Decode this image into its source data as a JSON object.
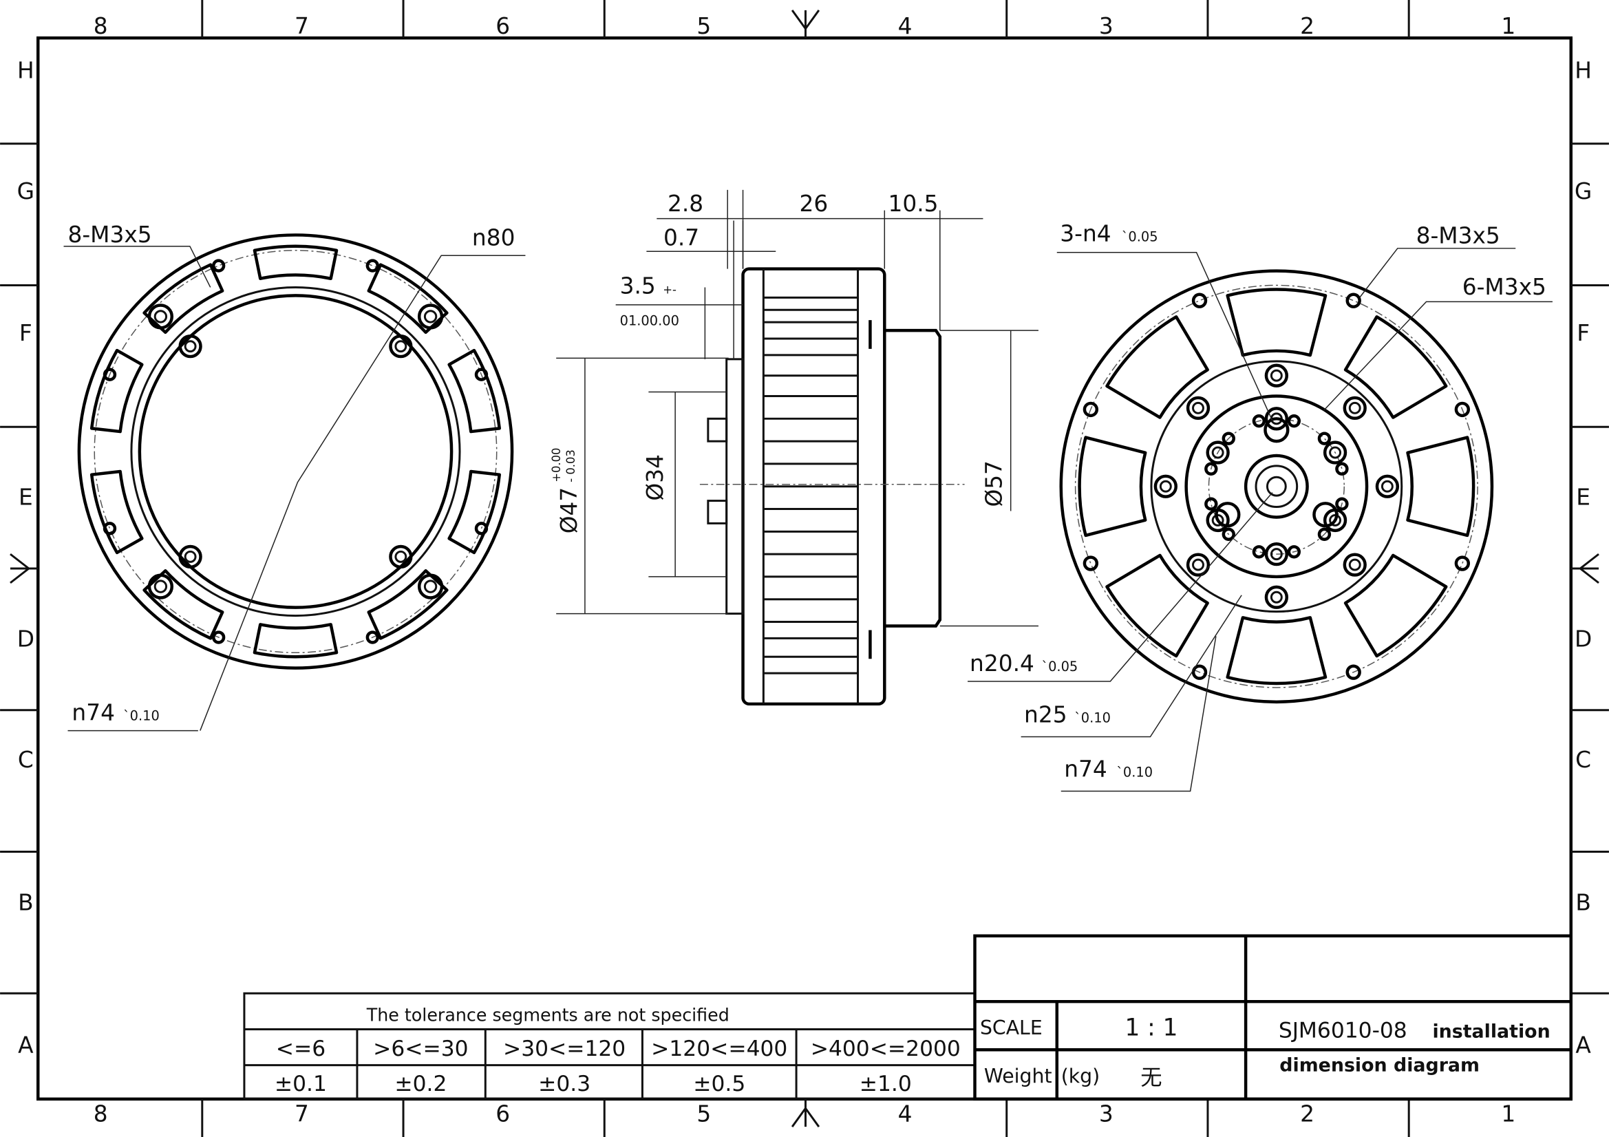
{
  "frame": {
    "columns": [
      "8",
      "7",
      "6",
      "5",
      "4",
      "3",
      "2",
      "1"
    ],
    "rows": [
      "H",
      "G",
      "F",
      "E",
      "D",
      "C",
      "B",
      "A"
    ]
  },
  "left_view": {
    "label_thread": "8-M3x5",
    "label_outer": "n80",
    "label_pcd": "n74",
    "label_pcd_tol": "`0.10"
  },
  "side_view": {
    "dim_2_8": "2.8",
    "dim_26": "26",
    "dim_10_5": "10.5",
    "dim_0_7": "0.7",
    "dim_3_5": "3.5",
    "dim_3_5_tol_sign": "+-",
    "dim_3_5_tol": "01.00.00",
    "dim_47": "Ø47",
    "dim_47_tol_upper": "+0.00",
    "dim_47_tol_lower": "- 0.03",
    "dim_34": "Ø34",
    "dim_57": "Ø57"
  },
  "right_view": {
    "label_pin": "3-n4",
    "label_pin_tol": "`0.05",
    "label_thread_outer": "8-M3x5",
    "label_thread_inner": "6-M3x5",
    "label_20_4": "n20.4",
    "label_20_4_tol": "`0.05",
    "label_25": "n25",
    "label_25_tol": "`0.10",
    "label_74": "n74",
    "label_74_tol": "`0.10"
  },
  "tolerance_table": {
    "title": "The tolerance segments are not specified",
    "ranges": [
      "<=6",
      ">6<=30",
      ">30<=120",
      ">120<=400",
      ">400<=2000"
    ],
    "tolerances": [
      "±0.1",
      "±0.2",
      "±0.3",
      "±0.5",
      "±1.0"
    ]
  },
  "title_block": {
    "scale_label": "SCALE",
    "scale_value": "1 : 1",
    "weight_label": "Weight",
    "weight_unit": "(kg)",
    "weight_value": "无",
    "title_code": "SJM6010-08",
    "title_line1": "installation",
    "title_line2": "dimension diagram"
  }
}
